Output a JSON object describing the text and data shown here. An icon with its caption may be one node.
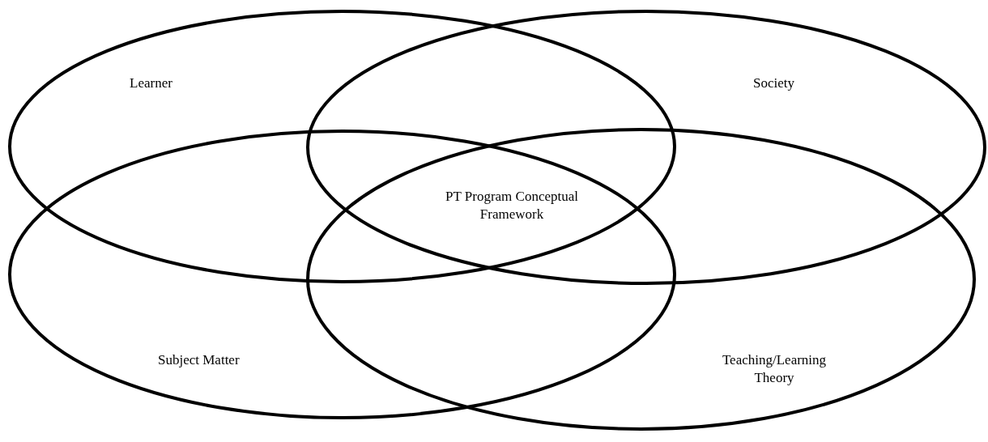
{
  "diagram": {
    "nodes": [
      {
        "text": [
          "Learner"
        ]
      },
      {
        "text": [
          "Society"
        ]
      },
      {
        "text": [
          "Subject Matter"
        ]
      },
      {
        "text": [
          "Teaching/Learning Theory"
        ]
      }
    ],
    "labels": [
      "PT Program Conceptual Framework"
    ]
  }
}
